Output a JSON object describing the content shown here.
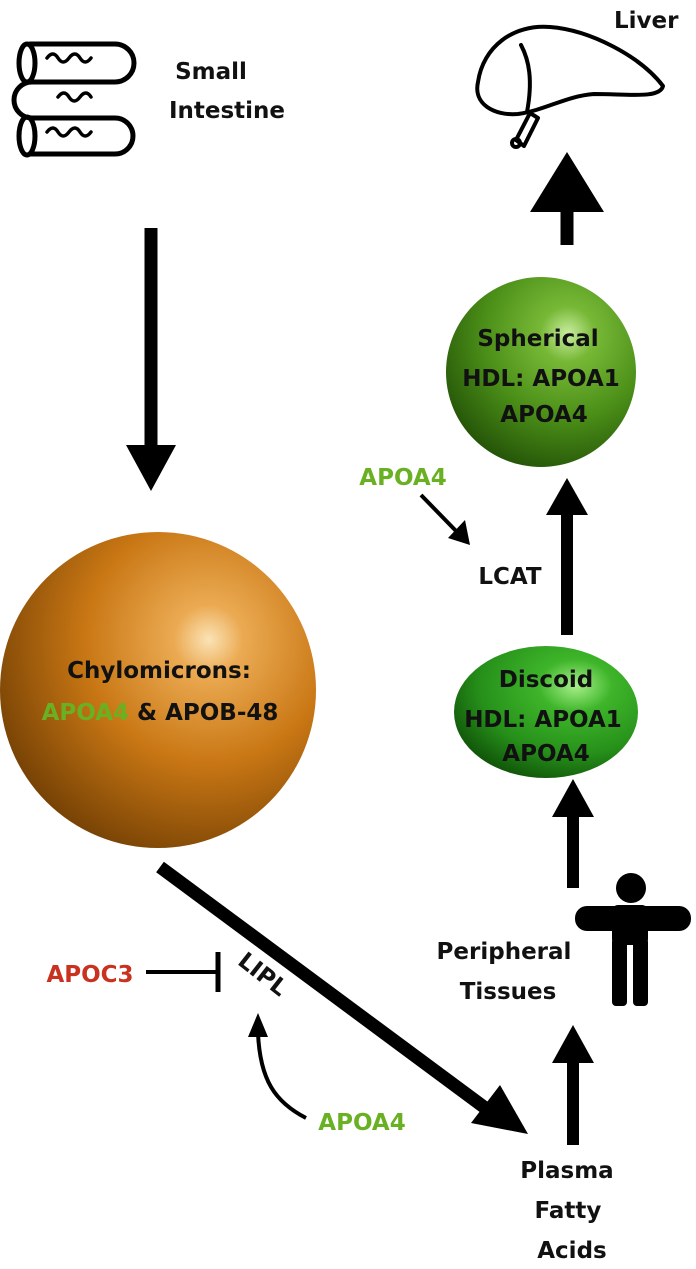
{
  "labels": {
    "small_intestine": [
      "Small",
      "Intestine"
    ],
    "liver": "Liver",
    "chylomicrons_title": "Chylomicrons:",
    "chylomicrons_apoa4": "APOA4",
    "chylomicrons_rest": " & APOB-48",
    "spherical_hdl": [
      "Spherical",
      "HDL: APOA1",
      "APOA4"
    ],
    "discoid_hdl": [
      "Discoid",
      "HDL: APOA1",
      "APOA4"
    ],
    "lcat": "LCAT",
    "apoa4_lcat": "APOA4",
    "apoc3": "APOC3",
    "lipl": "LIPL",
    "apoa4_lipl": "APOA4",
    "peripheral_tissues": [
      "Peripheral",
      "Tissues"
    ],
    "plasma_fatty_acids": [
      "Plasma",
      "Fatty",
      "Acids"
    ]
  },
  "colors": {
    "apoa4": "#6ab023",
    "apoc3": "#c8321e",
    "text": "#111111",
    "arrow": "#000000",
    "chylomicron": "#c77414",
    "spherical_hdl": "#4f9a1e",
    "discoid_hdl": "#3fa82b"
  },
  "icons": [
    "intestine-icon",
    "liver-icon",
    "person-icon"
  ]
}
